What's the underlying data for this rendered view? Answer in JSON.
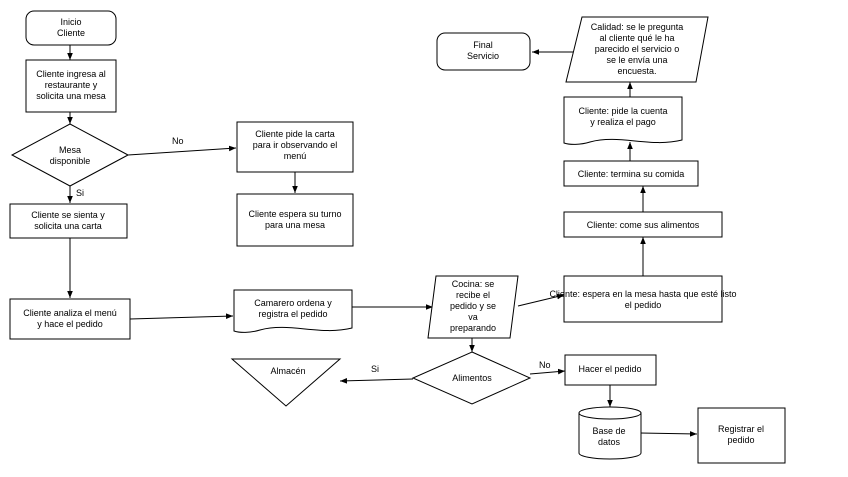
{
  "nodes": {
    "inicio": [
      "Inicio",
      "Cliente"
    ],
    "ingresa": [
      "Cliente ingresa al",
      "restaurante y",
      "solicita una mesa"
    ],
    "mesa_disp": [
      "Mesa",
      "disponible"
    ],
    "pide_carta": [
      "Cliente pide la carta",
      "para ir observando el",
      "menú"
    ],
    "espera_turno": [
      "Cliente espera su turno",
      "para una mesa"
    ],
    "sienta": [
      "Cliente se sienta y",
      "solicita una carta"
    ],
    "analiza": [
      "Cliente analiza el menú",
      "y hace el pedido"
    ],
    "camarero": [
      "Camarero ordena y",
      "registra el pedido"
    ],
    "cocina": [
      "Cocina: se",
      "recibe el",
      "pedido y se",
      "va",
      "preparando"
    ],
    "espera_mesa": [
      "Cliente: espera en la mesa hasta que esté listo",
      "el pedido"
    ],
    "come": [
      "Cliente: come sus alimentos"
    ],
    "termina": [
      "Cliente: termina su comida"
    ],
    "pide_cuenta": [
      "Cliente: pide la cuenta",
      "y realiza el pago"
    ],
    "calidad": [
      "Calidad: se le pregunta",
      "al cliente qué le ha",
      "parecido el servicio o",
      "se le envía una",
      "encuesta."
    ],
    "final": [
      "Final",
      "Servicio"
    ],
    "alimentos": [
      "Alimentos"
    ],
    "almacen": [
      "Almacén"
    ],
    "hacer_pedido": [
      "Hacer el pedido"
    ],
    "base_datos": [
      "Base de",
      "datos"
    ],
    "registrar": [
      "Registrar el",
      "pedido"
    ]
  },
  "edge_labels": {
    "no_mesa": "No",
    "si_mesa": "Si",
    "si_alimentos": "Si",
    "no_alimentos": "No"
  }
}
